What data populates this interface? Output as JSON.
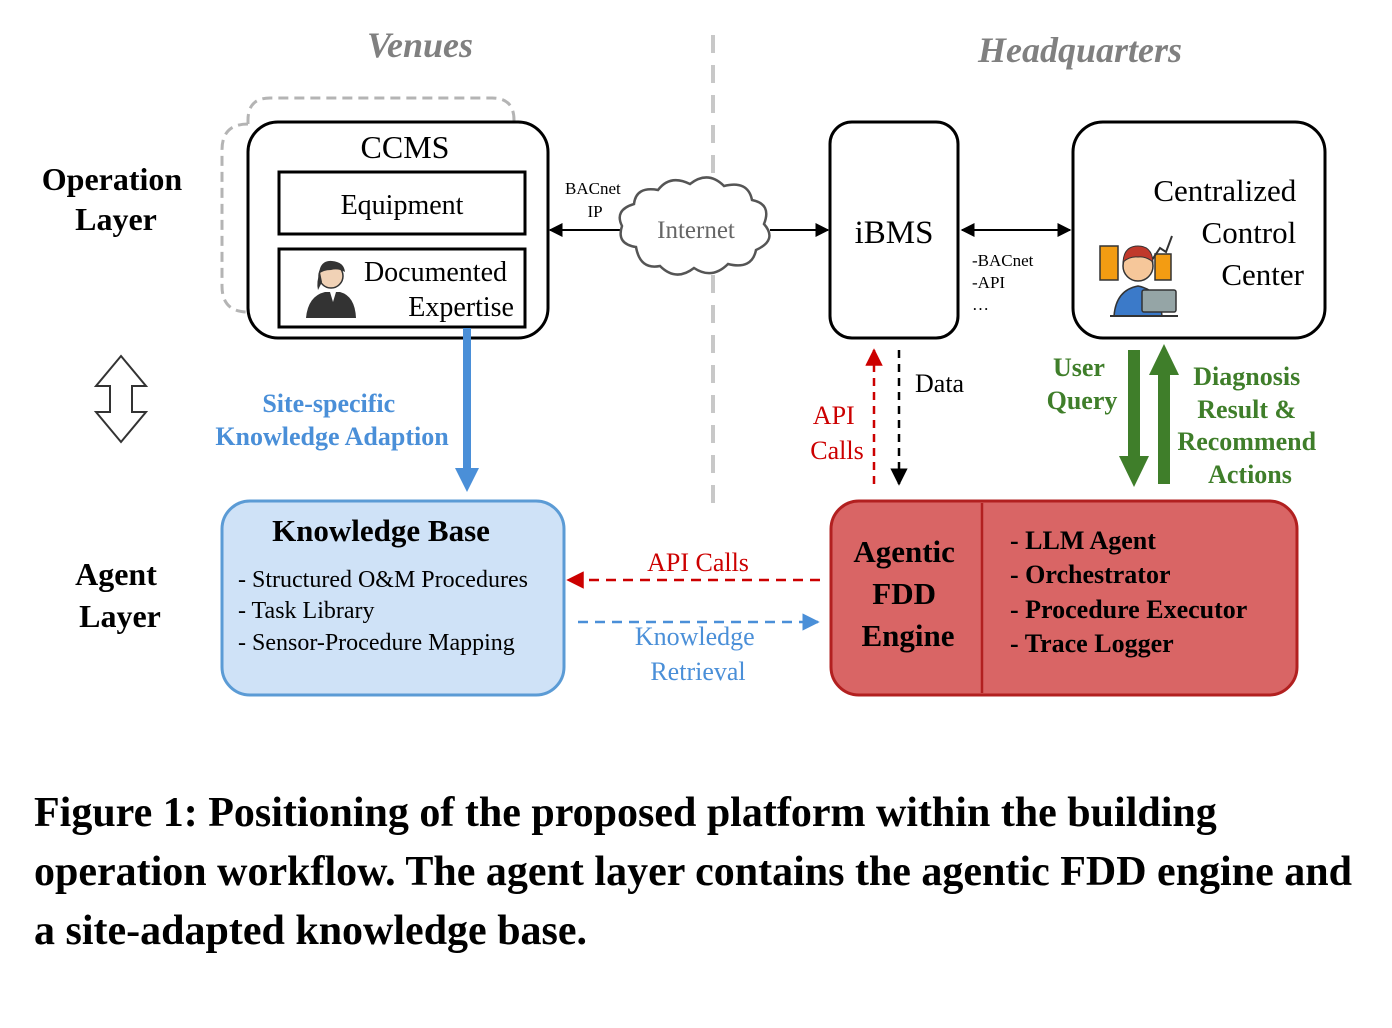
{
  "columns": {
    "venues": "Venues",
    "headquarters": "Headquarters"
  },
  "layers": {
    "operation": [
      "Operation",
      "Layer"
    ],
    "agent": [
      "Agent",
      "Layer"
    ]
  },
  "ccms": {
    "title": "CCMS",
    "equipment": "Equipment",
    "expertise": [
      "Documented",
      "Expertise"
    ]
  },
  "links": {
    "bacnet_ip": [
      "BACnet",
      "IP"
    ],
    "internet": "Internet",
    "ibms_protocols": [
      "-BACnet",
      "-API",
      "…"
    ],
    "data": "Data",
    "api_calls_vertical": [
      "API",
      "Calls"
    ],
    "user_query": [
      "User",
      "Query"
    ],
    "diagnosis": [
      "Diagnosis",
      "Result &",
      "Recommend",
      "Actions"
    ],
    "site_specific": [
      "Site-specific",
      "Knowledge Adaption"
    ],
    "api_calls_horizontal": "API Calls",
    "knowledge_retrieval": [
      "Knowledge",
      "Retrieval"
    ]
  },
  "ibms": {
    "title": "iBMS"
  },
  "control_center": {
    "title": [
      "Centralized",
      "Control",
      "Center"
    ]
  },
  "knowledge_base": {
    "title": "Knowledge Base",
    "items": [
      "- Structured O&M Procedures",
      "- Task Library",
      "- Sensor-Procedure Mapping"
    ]
  },
  "fdd_engine": {
    "title": [
      "Agentic",
      "FDD",
      "Engine"
    ],
    "components": [
      "- LLM Agent",
      "- Orchestrator",
      "- Procedure Executor",
      "- Trace Logger"
    ]
  },
  "colors": {
    "kb_fill": "#cfe2f7",
    "kb_stroke": "#5b9bd5",
    "fdd_fill": "#d96565",
    "fdd_stroke": "#b22020",
    "green": "#3f7e2a",
    "red": "#cc0000",
    "blue": "#4a8fd8",
    "gray": "#808080"
  },
  "caption": "Figure 1: Positioning of the proposed platform within the building operation workflow. The agent layer contains the agentic FDD engine and a site-adapted knowledge base."
}
